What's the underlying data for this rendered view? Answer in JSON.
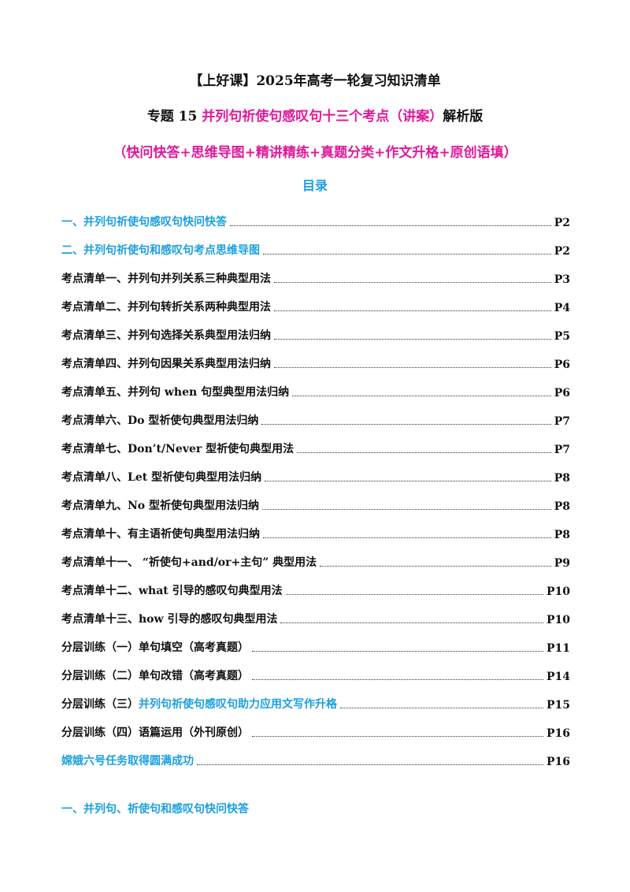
{
  "header": {
    "title1": "【上好课】2025年高考一轮复习知识清单",
    "title2_prefix": "专题 15 ",
    "title2_pink": "并列句祈使句感叹句十三个考点（讲案）",
    "title2_suffix": "解析版",
    "title3": "（快问快答+思维导图+精讲精练+真题分类+作文升格+原创语填）"
  },
  "toc": {
    "title": "目录",
    "entries": [
      {
        "prefix": "",
        "label": "一、并列句祈使句感叹句快问快答",
        "page": "P2"
      },
      {
        "prefix": "",
        "label": "二、并列句祈使句和感叹句考点思维导图",
        "page": "P2"
      },
      {
        "prefix": "考点清单一、并列句并列关系三种典型用法",
        "label": "",
        "page": "P3"
      },
      {
        "prefix": "考点清单二、并列句转折关系两种典型用法",
        "label": "",
        "page": "P4"
      },
      {
        "prefix": "考点清单三、并列句选择关系典型用法归纳",
        "label": "",
        "page": "P5"
      },
      {
        "prefix": "考点清单四、并列句因果关系典型用法归纳",
        "label": "",
        "page": "P6"
      },
      {
        "prefix": "考点清单五、并列句 when 句型典型用法归纳",
        "label": "",
        "page": "P6"
      },
      {
        "prefix": "考点清单六、Do 型祈使句典型用法归纳",
        "label": "",
        "page": "P7"
      },
      {
        "prefix": "考点清单七、Don’t/Never 型祈使句典型用法",
        "label": "",
        "page": "P7"
      },
      {
        "prefix": "考点清单八、Let 型祈使句典型用法归纳",
        "label": "",
        "page": "P8"
      },
      {
        "prefix": "考点清单九、No 型祈使句典型用法归纳",
        "label": "",
        "page": "P8"
      },
      {
        "prefix": "考点清单十、有主语祈使句典型用法归纳",
        "label": "",
        "page": "P8"
      },
      {
        "prefix": "考点清单十一、 “祈使句+and/or+主句”  典型用法",
        "label": "",
        "page": "P9"
      },
      {
        "prefix": "考点清单十二、what  引导的感叹句典型用法",
        "label": "",
        "page": "P10"
      },
      {
        "prefix": "考点清单十三、how 引导的感叹句典型用法",
        "label": "",
        "page": "P10"
      },
      {
        "prefix": "分层训练（一）单句填空（高考真题）",
        "label": "",
        "page": "P11"
      },
      {
        "prefix": "分层训练（二）单句改错（高考真题）",
        "label": "",
        "page": "P14"
      },
      {
        "prefix": "分层训练（三）",
        "label": "并列句祈使句感叹句助力应用文写作升格",
        "page": "P15"
      },
      {
        "prefix": "分层训练（四）语篇运用（外刊原创）",
        "label": "",
        "page": "P16"
      },
      {
        "prefix": "",
        "label": "嫦娥六号任务取得圆满成功",
        "page": "P16"
      }
    ]
  },
  "section": {
    "heading": "一、并列句、祈使句和感叹句快问快答"
  }
}
